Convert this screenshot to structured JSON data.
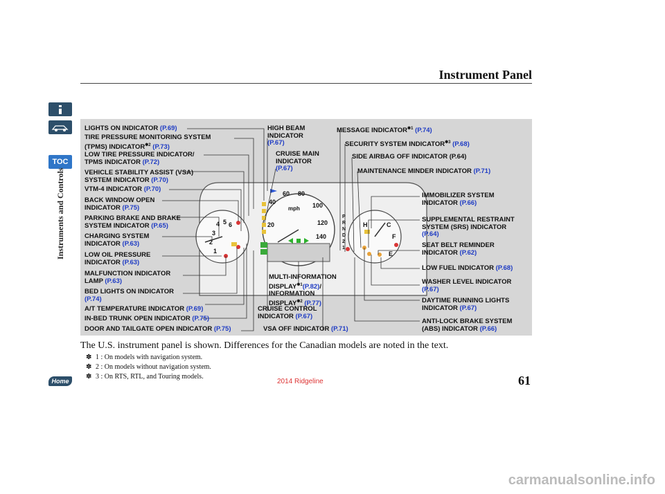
{
  "sidebar": {
    "section_label": "Instruments and Controls",
    "toc_label": "TOC",
    "home_label": "Home"
  },
  "page": {
    "title": "Instrument Panel",
    "caption": "The U.S. instrument panel is shown. Differences for the Canadian models are noted in the text.",
    "footnotes": [
      "1 : On models with navigation system.",
      "2 : On models without navigation system.",
      "3 : On RTS, RTL, and Touring models."
    ],
    "footnote_mark": "✽",
    "page_number": "61",
    "watermark": "2014 Ridgeline",
    "site": "carmanualsonline.info"
  },
  "diagram": {
    "left_labels": [
      {
        "text": "LIGHTS ON INDICATOR",
        "page": "(P.69)"
      },
      {
        "text": "TIRE PRESSURE MONITORING SYSTEM",
        "text2": "(TPMS) INDICATOR",
        "sup": "✽2",
        "page": "(P.73)"
      },
      {
        "text": "LOW TIRE PRESSURE INDICATOR/",
        "text2": "TPMS INDICATOR",
        "page": "(P.72)"
      },
      {
        "text": "VEHICLE STABILITY ASSIST (VSA)",
        "text2": "SYSTEM INDICATOR",
        "page": "(P.70)"
      },
      {
        "text": "VTM-4 INDICATOR",
        "page": "(P.70)"
      },
      {
        "text": "BACK WINDOW OPEN",
        "text2": "INDICATOR",
        "page": "(P.75)"
      },
      {
        "text": "PARKING BRAKE AND BRAKE",
        "text2": "SYSTEM INDICATOR",
        "page": "(P.65)"
      },
      {
        "text": "CHARGING SYSTEM",
        "text2": "INDICATOR",
        "page": "(P.63)"
      },
      {
        "text": "LOW OIL PRESSURE",
        "text2": "INDICATOR",
        "page": "(P.63)"
      },
      {
        "text": "MALFUNCTION INDICATOR",
        "text2": "LAMP",
        "page": "(P.63)"
      },
      {
        "text": "BED LIGHTS ON INDICATOR",
        "page": "(P.74)"
      },
      {
        "text": "A/T TEMPERATURE INDICATOR",
        "page": "(P.69)"
      },
      {
        "text": "IN-BED TRUNK OPEN INDICATOR",
        "page": "(P.75)"
      },
      {
        "text": "DOOR AND TAILGATE OPEN INDICATOR",
        "page": "(P.75)"
      }
    ],
    "top_labels": [
      {
        "text": "HIGH BEAM",
        "text2": "INDICATOR",
        "page": "(P.67)"
      },
      {
        "text": "CRUISE MAIN",
        "text2": "INDICATOR",
        "page": "(P.67)"
      },
      {
        "text": "MESSAGE INDICATOR",
        "sup": "✽1",
        "page": "(P.74)"
      },
      {
        "text": "SECURITY SYSTEM INDICATOR",
        "sup": "✽3",
        "page": "(P.68)"
      },
      {
        "text": "SIDE AIRBAG OFF INDICATOR",
        "page": "(P.64)"
      },
      {
        "text": "MAINTENANCE MINDER INDICATOR",
        "page": "(P.71)"
      }
    ],
    "right_labels": [
      {
        "text": "IMMOBILIZER SYSTEM",
        "text2": "INDICATOR",
        "page": "(P.66)"
      },
      {
        "text": "SUPPLEMENTAL RESTRAINT",
        "text2": "SYSTEM (SRS) INDICATOR",
        "page": "(P.64)"
      },
      {
        "text": "SEAT BELT REMINDER",
        "text2": "INDICATOR",
        "page": "(P.62)"
      },
      {
        "text": "LOW FUEL INDICATOR",
        "page": "(P.68)"
      },
      {
        "text": "WASHER LEVEL INDICATOR",
        "page": "(P.67)"
      },
      {
        "text": "DAYTIME RUNNING LIGHTS",
        "text2": "INDICATOR",
        "page": "(P.67)"
      },
      {
        "text": "ANTI-LOCK BRAKE SYSTEM",
        "text2": "(ABS) INDICATOR",
        "page": "(P.66)"
      }
    ],
    "bottom_labels": {
      "mid_a": "MULTI-INFORMATION",
      "mid_b": "DISPLAY",
      "mid_b_sup": "✽1",
      "mid_b_page": "(P.82)",
      "mid_c": "INFORMATION",
      "mid_d": "DISPLAY",
      "mid_d_sup": "✽2",
      "mid_d_page": "(P.77)",
      "cruise_a": "CRUISE CONTROL",
      "cruise_b": "INDICATOR",
      "cruise_page": "(P.67)",
      "vsa_off": "VSA OFF INDICATOR",
      "vsa_off_page": "(P.71)"
    },
    "gauge": {
      "tach_numbers": [
        "1",
        "2",
        "3",
        "4",
        "5",
        "6"
      ],
      "speedo_numbers": [
        "20",
        "40",
        "60",
        "80",
        "100",
        "120",
        "140"
      ],
      "unit": "mph",
      "gear_letters": [
        "P",
        "R",
        "N",
        "D",
        "2",
        "1"
      ],
      "fuel_letters": [
        "F",
        "E"
      ],
      "temp_letters": [
        "H",
        "C"
      ]
    }
  }
}
